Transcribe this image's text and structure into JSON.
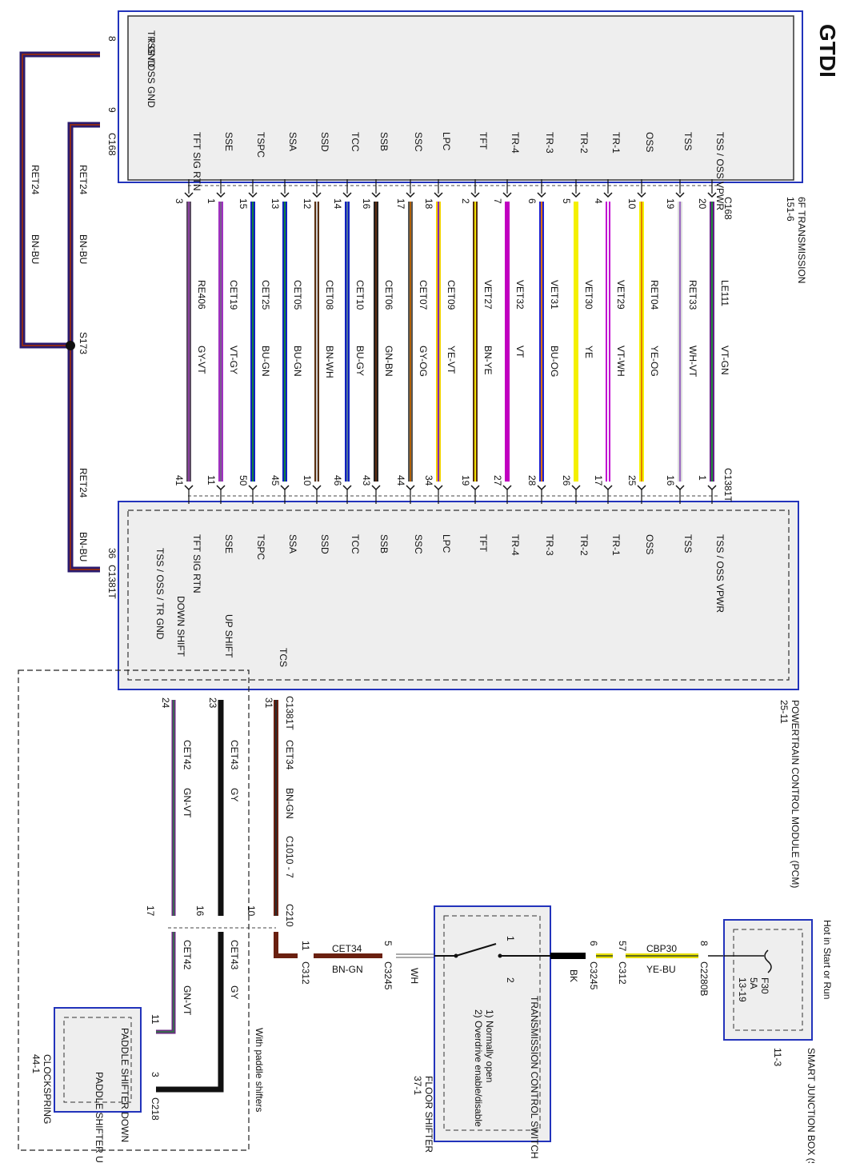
{
  "header": {
    "title": "GTDI"
  },
  "colors": {
    "module_border": "#2233bb",
    "module_fill": "#eeeeee",
    "bn_bu": [
      "#2a1a6e",
      "#8a2a1a"
    ],
    "wire_colors": {
      "VT-GN": [
        "#6a1a8a",
        "#1a8a3a"
      ],
      "WH-VT": [
        "#dddddd",
        "#9a6ac0"
      ],
      "YE-OG": [
        "#f4f000",
        "#e08000"
      ],
      "VT-WH": [
        "#c000d0",
        "#ffffff"
      ],
      "YE": [
        "#f4f000",
        "#f4f000"
      ],
      "BU-OG": [
        "#2020d0",
        "#e07000"
      ],
      "VT": [
        "#c000c0",
        "#c000c0"
      ],
      "BN-YE": [
        "#5a3010",
        "#f0e000"
      ],
      "YE-VT": [
        "#f0d000",
        "#8a2ab0"
      ],
      "GY-OG": [
        "#555555",
        "#b06000"
      ],
      "GN-BN": [
        "#222222",
        "#5a2a10"
      ],
      "BU-GY": [
        "#1020c0",
        "#5070a0"
      ],
      "BN-WH": [
        "#5a3010",
        "#cccccc"
      ],
      "BU-GN": [
        "#1020c0",
        "#108040"
      ],
      "VT-GY": [
        "#a030c0",
        "#7a5a90"
      ],
      "GY-VT": [
        "#5a4a60",
        "#8a40a0"
      ],
      "GN-VT": [
        "#6a2a80",
        "#2a8040"
      ],
      "GY": [
        "#111111",
        "#111111"
      ],
      "BN-GN": [
        "#6a2010",
        "#2a2a2a"
      ],
      "BK": [
        "#000000",
        "#000000"
      ],
      "YE-BU": [
        "#e8e000",
        "#334422"
      ]
    }
  },
  "transmission": {
    "name": "6F TRANSMISSION",
    "page": "151-6",
    "connector": "C168",
    "pins": [
      "TSS / OSS VPWR",
      "TSS",
      "OSS",
      "TR-1",
      "TR-2",
      "TR-3",
      "TR-4",
      "TFT",
      "LPC",
      "SSC",
      "SSB",
      "TCC",
      "SSD",
      "SSA",
      "TSPC",
      "SSE",
      "TFT SIG RTN",
      "TSS / OSS GND",
      "TR GND"
    ]
  },
  "pcm": {
    "name": "POWERTRAIN CONTROL MODULE (PCM)",
    "page": "25-11",
    "connector": "C1381T",
    "pins": [
      "TSS / OSS VPWR",
      "TSS",
      "OSS",
      "TR-1",
      "TR-2",
      "TR-3",
      "TR-4",
      "TFT",
      "LPC",
      "SSC",
      "SSB",
      "TCC",
      "SSD",
      "SSA",
      "TSPC",
      "SSE",
      "TFT SIG RTN",
      "TSS / OSS / TR GND",
      "DOWN SHIFT",
      "UP SHIFT",
      "TCS"
    ]
  },
  "circuits": [
    {
      "trans_pin": "20",
      "circuit": "LE111",
      "color": "VT-GN",
      "pcm_pin": "1"
    },
    {
      "trans_pin": "19",
      "circuit": "RET33",
      "color": "WH-VT",
      "pcm_pin": "16"
    },
    {
      "trans_pin": "10",
      "circuit": "RET04",
      "color": "YE-OG",
      "pcm_pin": "25"
    },
    {
      "trans_pin": "4",
      "circuit": "VET29",
      "color": "VT-WH",
      "pcm_pin": "17"
    },
    {
      "trans_pin": "5",
      "circuit": "VET30",
      "color": "YE",
      "pcm_pin": "26"
    },
    {
      "trans_pin": "6",
      "circuit": "VET31",
      "color": "BU-OG",
      "pcm_pin": "28"
    },
    {
      "trans_pin": "7",
      "circuit": "VET32",
      "color": "VT",
      "pcm_pin": "27"
    },
    {
      "trans_pin": "2",
      "circuit": "VET27",
      "color": "BN-YE",
      "pcm_pin": "19"
    },
    {
      "trans_pin": "18",
      "circuit": "CET09",
      "color": "YE-VT",
      "pcm_pin": "34"
    },
    {
      "trans_pin": "17",
      "circuit": "CET07",
      "color": "GY-OG",
      "pcm_pin": "44"
    },
    {
      "trans_pin": "16",
      "circuit": "CET06",
      "color": "GN-BN",
      "pcm_pin": "43"
    },
    {
      "trans_pin": "14",
      "circuit": "CET10",
      "color": "BU-GY",
      "pcm_pin": "46"
    },
    {
      "trans_pin": "12",
      "circuit": "CET08",
      "color": "BN-WH",
      "pcm_pin": "10"
    },
    {
      "trans_pin": "13",
      "circuit": "CET05",
      "color": "BU-GN",
      "pcm_pin": "45"
    },
    {
      "trans_pin": "15",
      "circuit": "CET25",
      "color": "BU-GN",
      "pcm_pin": "50"
    },
    {
      "trans_pin": "1",
      "circuit": "CET19",
      "color": "VT-GY",
      "pcm_pin": "11"
    },
    {
      "trans_pin": "3",
      "circuit": "RE406",
      "color": "GY-VT",
      "pcm_pin": "41"
    }
  ],
  "ground": {
    "trans_pin_1": "8",
    "trans_pin_2": "9",
    "trans_connector": "C168",
    "circuit": "RET24",
    "color": "BN-BU",
    "splice": "S173",
    "pcm_pin": "36",
    "pcm_connector": "C1381T"
  },
  "shift": {
    "tcs": {
      "pcm_pin": "31",
      "circuit": "CET34",
      "color": "BN-GN",
      "inline": "C1010 - 7",
      "c210_pin": "10"
    },
    "up": {
      "pcm_pin": "23",
      "circuit": "CET43",
      "color": "GY",
      "c210_pin": "16"
    },
    "down": {
      "pcm_pin": "24",
      "circuit": "CET42",
      "color": "GN-VT",
      "c210_pin": "17"
    },
    "c210": "C210",
    "paddle_note": "With paddle shifters"
  },
  "clockspring": {
    "name": "CLOCKSPRING",
    "page": "44-1",
    "connector": "C218",
    "down_label": "PADDLE SHIFTER DOWN",
    "up_label": "PADDLE SHIFTER UP",
    "down_pin": "11",
    "up_pin": "3",
    "down_circuit": "CET42",
    "down_color": "GN-VT",
    "up_circuit": "CET43",
    "up_color": "GY"
  },
  "tcs_run": {
    "c312_pin": "11",
    "c312": "C312",
    "circuit": "CET34",
    "color": "BN-GN",
    "c3245_pin": "5",
    "c3245": "C3245",
    "wh": "WH"
  },
  "floor_shifter": {
    "name": "FLOOR SHIFTER",
    "page": "37-1",
    "switch_title": "TRANSMISSION CONTROL SWITCH",
    "note1": "1) Normally open",
    "note2": "2) Overdrive enable/disable",
    "pin1": "1",
    "pin2": "2"
  },
  "power_run": {
    "bk": "BK",
    "c3245_pin": "6",
    "c3245": "C3245",
    "c312_pin": "57",
    "c312": "C312",
    "circuit": "CBP30",
    "color": "YE-BU",
    "c2280b_pin": "8",
    "c2280b": "C2280B"
  },
  "sjb": {
    "hot_label": "Hot in Start or Run",
    "name": "SMART JUNCTION BOX (SJB)",
    "page": "11-3",
    "fuse": "F30",
    "rating": "5A",
    "fuse_page": "13-19"
  }
}
